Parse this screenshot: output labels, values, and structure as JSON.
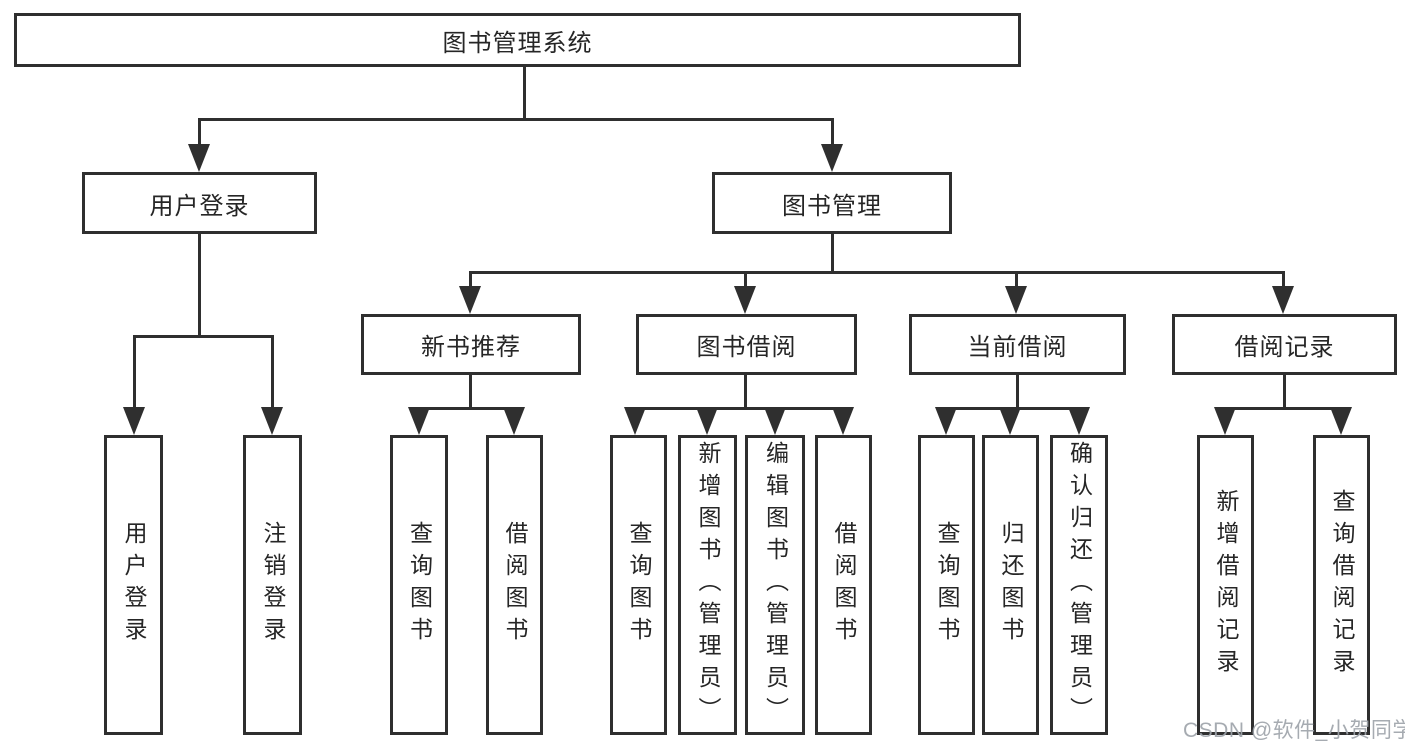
{
  "root": {
    "label": "图书管理系统"
  },
  "watermark": "CSDN @软件_小贺同学",
  "l2": [
    {
      "label": "用户登录"
    },
    {
      "label": "图书管理"
    }
  ],
  "l3": [
    {
      "label": "新书推荐"
    },
    {
      "label": "图书借阅"
    },
    {
      "label": "当前借阅"
    },
    {
      "label": "借阅记录"
    }
  ],
  "leaves": {
    "login": [
      {
        "label": "用户登录"
      },
      {
        "label": "注销登录"
      }
    ],
    "newbook": [
      {
        "label": "查询图书"
      },
      {
        "label": "借阅图书"
      }
    ],
    "borrow": [
      {
        "label": "查询图书"
      },
      {
        "label": "新增图书（管理员）"
      },
      {
        "label": "编辑图书（管理员）"
      },
      {
        "label": "借阅图书"
      }
    ],
    "current": [
      {
        "label": "查询图书"
      },
      {
        "label": "归还图书"
      },
      {
        "label": "确认归还（管理员）"
      }
    ],
    "records": [
      {
        "label": "新增借阅记录"
      },
      {
        "label": "查询借阅记录"
      }
    ]
  }
}
